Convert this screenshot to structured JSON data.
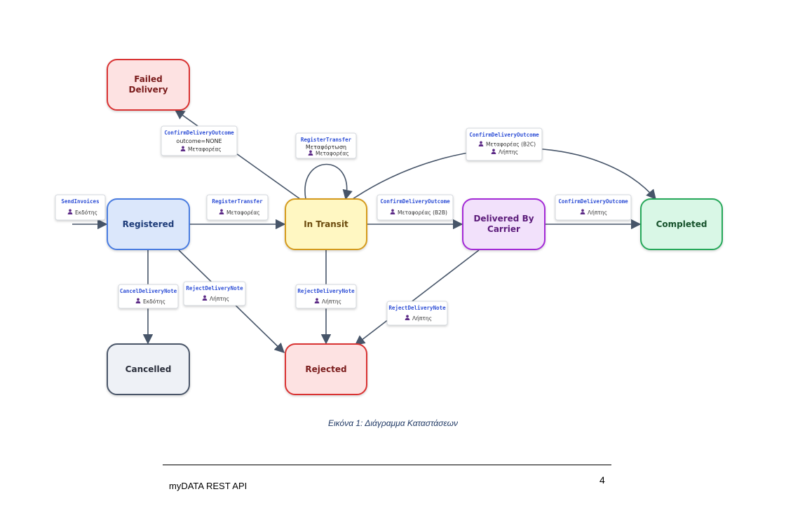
{
  "states": {
    "failed": {
      "line1": "Failed",
      "line2": "Delivery",
      "fill": "#fde2e2",
      "stroke": "#d93030",
      "text": "#7a1c1c"
    },
    "registered": {
      "label": "Registered",
      "fill": "#dbe7fb",
      "stroke": "#4a7be0",
      "text": "#1f3a78"
    },
    "in_transit": {
      "label": "In Transit",
      "fill": "#fff7c2",
      "stroke": "#d49a1f",
      "text": "#6b4a08"
    },
    "delivered": {
      "line1": "Delivered By",
      "line2": "Carrier",
      "fill": "#f2e1fb",
      "stroke": "#a32ad6",
      "text": "#5b1a7a"
    },
    "completed": {
      "label": "Completed",
      "fill": "#d9f7e6",
      "stroke": "#28a85a",
      "text": "#14512c"
    },
    "cancelled": {
      "label": "Cancelled",
      "fill": "#eef1f6",
      "stroke": "#4a5568",
      "text": "#2a2f3a"
    },
    "rejected": {
      "label": "Rejected",
      "fill": "#fde2e2",
      "stroke": "#d93030",
      "text": "#7a1c1c"
    }
  },
  "transitions": {
    "send_invoices": {
      "op": "SendInvoices",
      "role": "Εκδότης"
    },
    "register_transfer": {
      "op": "RegisterTransfer",
      "role": "Μεταφορέας"
    },
    "register_transfer_loop": {
      "op": "RegisterTransfer",
      "sub": "Μεταφόρτωση",
      "role": "Μεταφορέας"
    },
    "confirm_failed": {
      "op": "ConfirmDeliveryOutcome",
      "sub": "outcome=NONE",
      "role": "Μεταφορέας"
    },
    "confirm_b2b": {
      "op": "ConfirmDeliveryOutcome",
      "role": "Μεταφορέας (B2B)"
    },
    "confirm_b2c": {
      "op": "ConfirmDeliveryOutcome",
      "role1": "Μεταφορέας (B2C)",
      "role2": "Λήπτης"
    },
    "confirm_completed": {
      "op": "ConfirmDeliveryOutcome",
      "role": "Λήπτης"
    },
    "cancel_note": {
      "op": "CancelDeliveryNote",
      "role": "Εκδότης"
    },
    "reject_registered": {
      "op": "RejectDeliveryNote",
      "role": "Λήπτης"
    },
    "reject_transit": {
      "op": "RejectDeliveryNote",
      "role": "Λήπτης"
    },
    "reject_delivered": {
      "op": "RejectDeliveryNote",
      "role": "Λήπτης"
    }
  },
  "colors": {
    "edge": "#475569",
    "card_border": "#d4d8de",
    "person_icon": "#5b2a86"
  },
  "caption": "Εικόνα 1: Διάγραμμα Καταστάσεων",
  "footer": {
    "title": "myDATA REST API",
    "page": "4"
  }
}
